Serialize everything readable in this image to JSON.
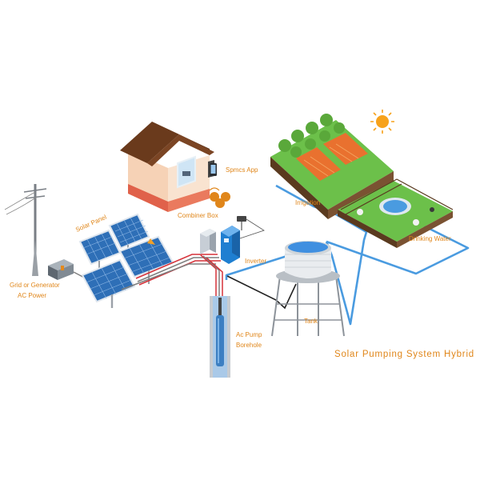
{
  "labels": {
    "spmcs_app": "Spmcs App",
    "irrigation": "Irrigation",
    "combiner_box": "Combiner Box",
    "solar_panel": "Solar Panel",
    "drinking_water": "Drinking Water",
    "inverter": "Inverter",
    "grid_line1": "Grid or Generator",
    "grid_line2": "AC Power",
    "tank": "Tank",
    "pump_line1": "Ac Pump",
    "pump_line2": "Borehole",
    "title": "Solar Pumping System Hybrid"
  },
  "colors": {
    "label": "#e0861a",
    "water_pipe": "#4a9be0",
    "cable_red": "#d6323a",
    "grass": "#6cc04a",
    "roof": "#6a3a1c",
    "house_wall": "#f6d2b6",
    "panel": "#2e6fb7"
  }
}
